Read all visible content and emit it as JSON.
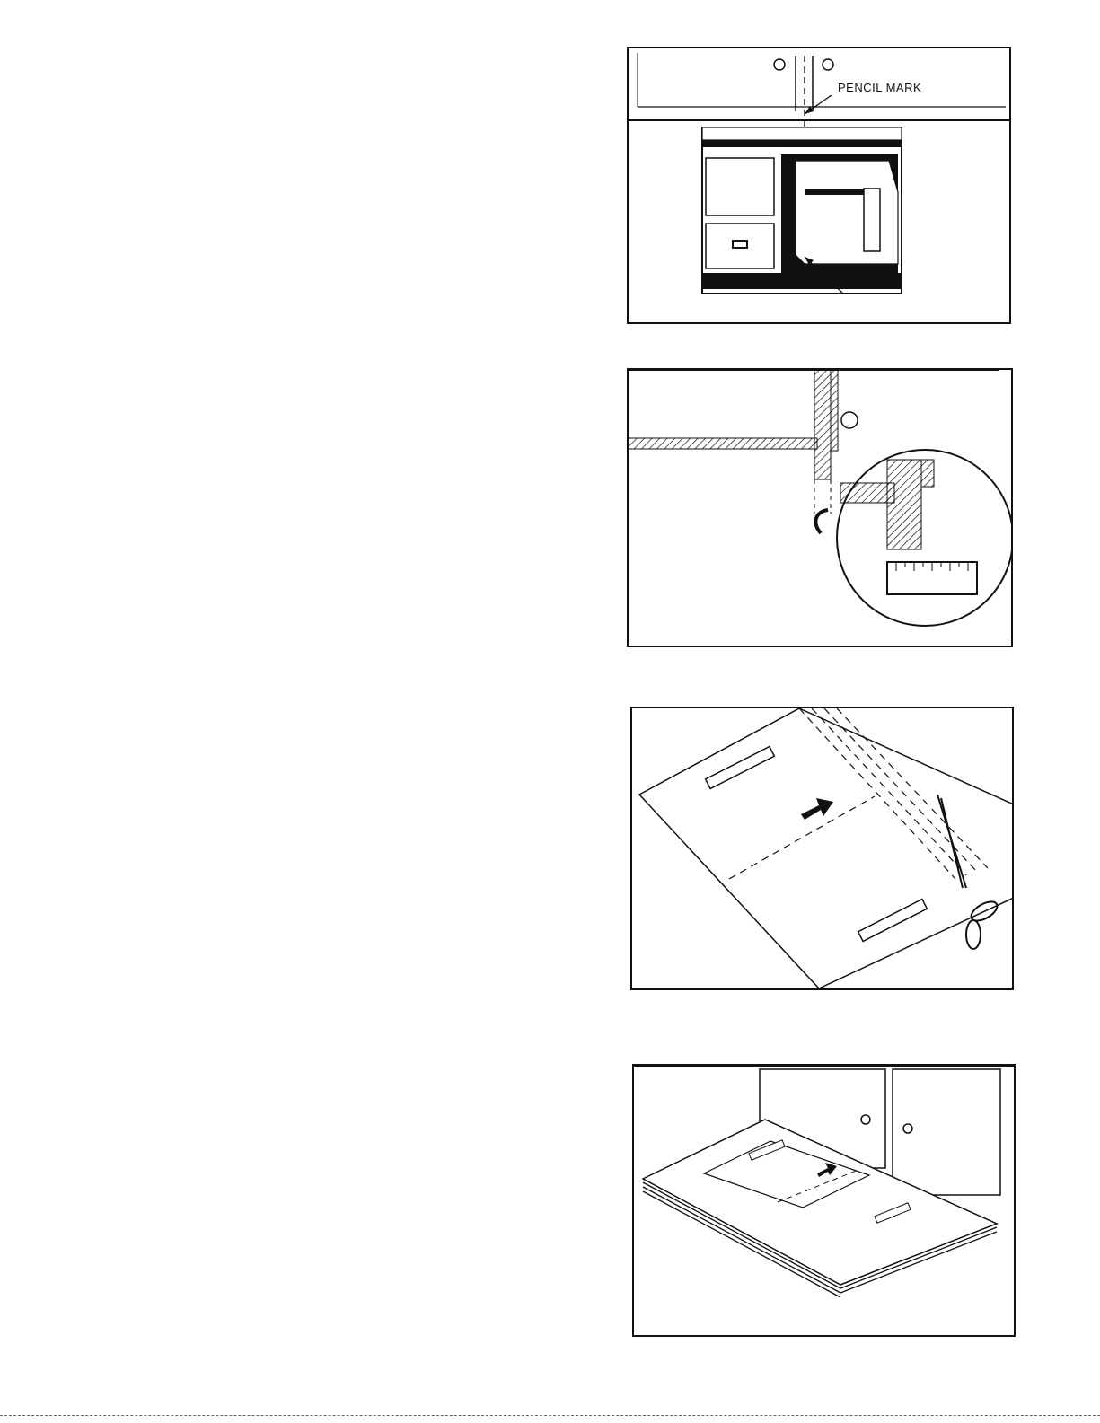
{
  "figures": [
    {
      "id": "fig1",
      "callouts": [
        "PENCIL MARK"
      ]
    },
    {
      "id": "fig2"
    },
    {
      "id": "fig3"
    },
    {
      "id": "fig4"
    }
  ]
}
